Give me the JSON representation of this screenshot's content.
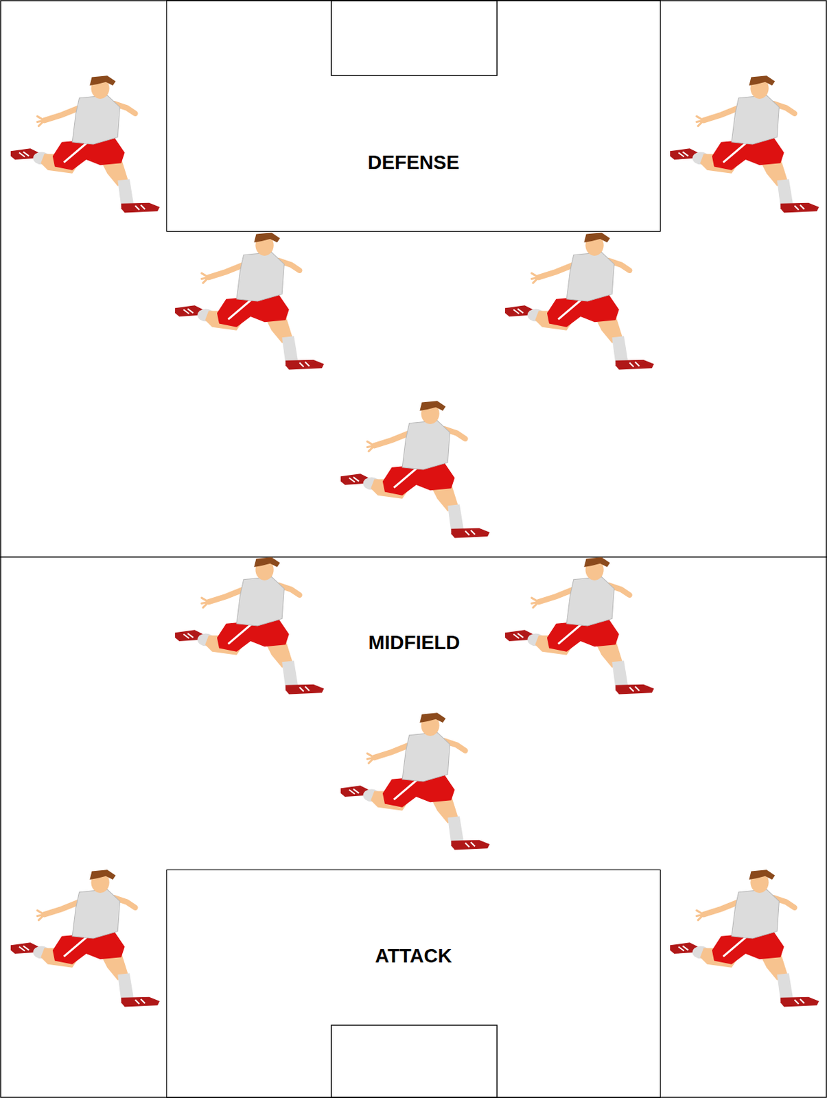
{
  "diagram": {
    "nodes": [
      {
        "text": [
          "DEFENSE"
        ]
      },
      {
        "text": [
          "ATTACK"
        ]
      }
    ],
    "edges": [],
    "labels": [
      "MIDFIELD"
    ]
  }
}
